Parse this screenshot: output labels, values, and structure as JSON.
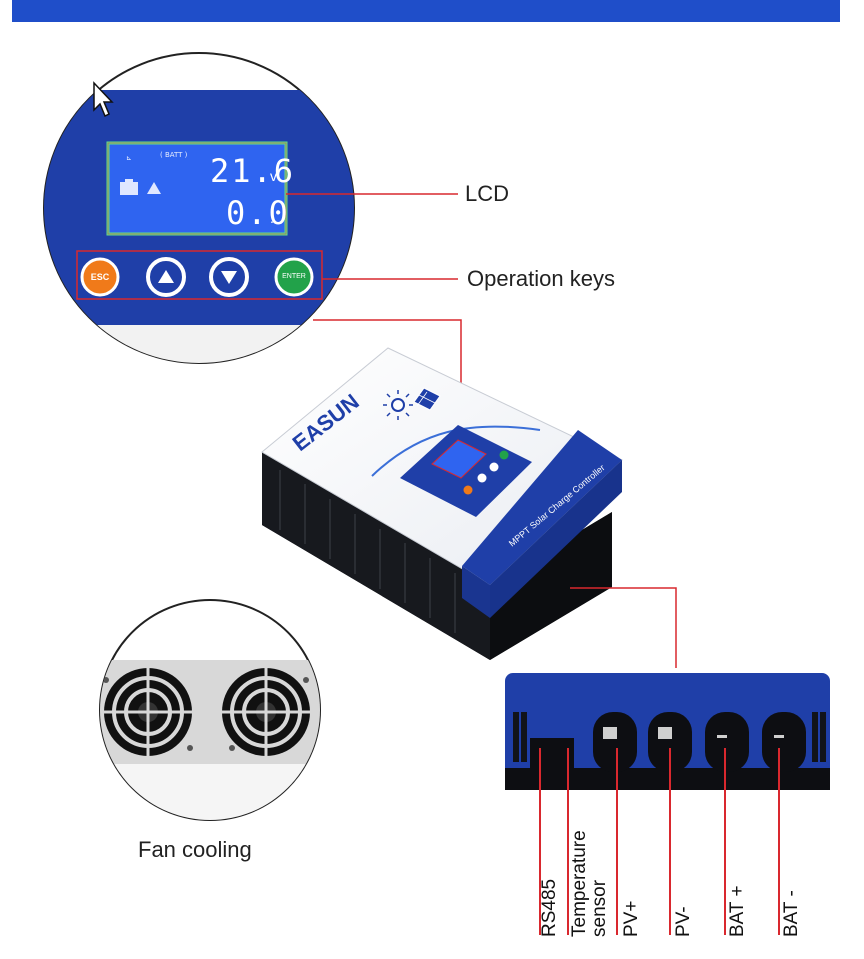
{
  "display": {
    "voltage": "21.6",
    "voltage_unit": "v",
    "current": "0.0",
    "current_unit": "."
  },
  "keys": {
    "esc": "ESC",
    "enter": "ENTER"
  },
  "callouts": {
    "lcd": "LCD",
    "operation_keys": "Operation keys",
    "fan": "Fan cooling"
  },
  "device": {
    "brand": "EASUN",
    "model_text": "MPPT Solar Charge Controller"
  },
  "ports": {
    "rs485": "RS485",
    "temp_line1": "Temperature",
    "temp_line2": "sensor",
    "pv_pos": "PV+",
    "pv_neg": "PV-",
    "bat_pos": "BAT +",
    "bat_neg": "BAT -"
  },
  "colors": {
    "banner": "#1f4ec9",
    "panel_blue": "#1f3fa8",
    "lcd_blue": "#2f64f0",
    "leader_red": "#d9282e",
    "esc_orange": "#f07a1a",
    "enter_green": "#22a24a"
  },
  "icons": [
    "cursor-arrow-icon",
    "sun-icon",
    "solar-panel-icon",
    "battery-icon",
    "fan-icon"
  ]
}
